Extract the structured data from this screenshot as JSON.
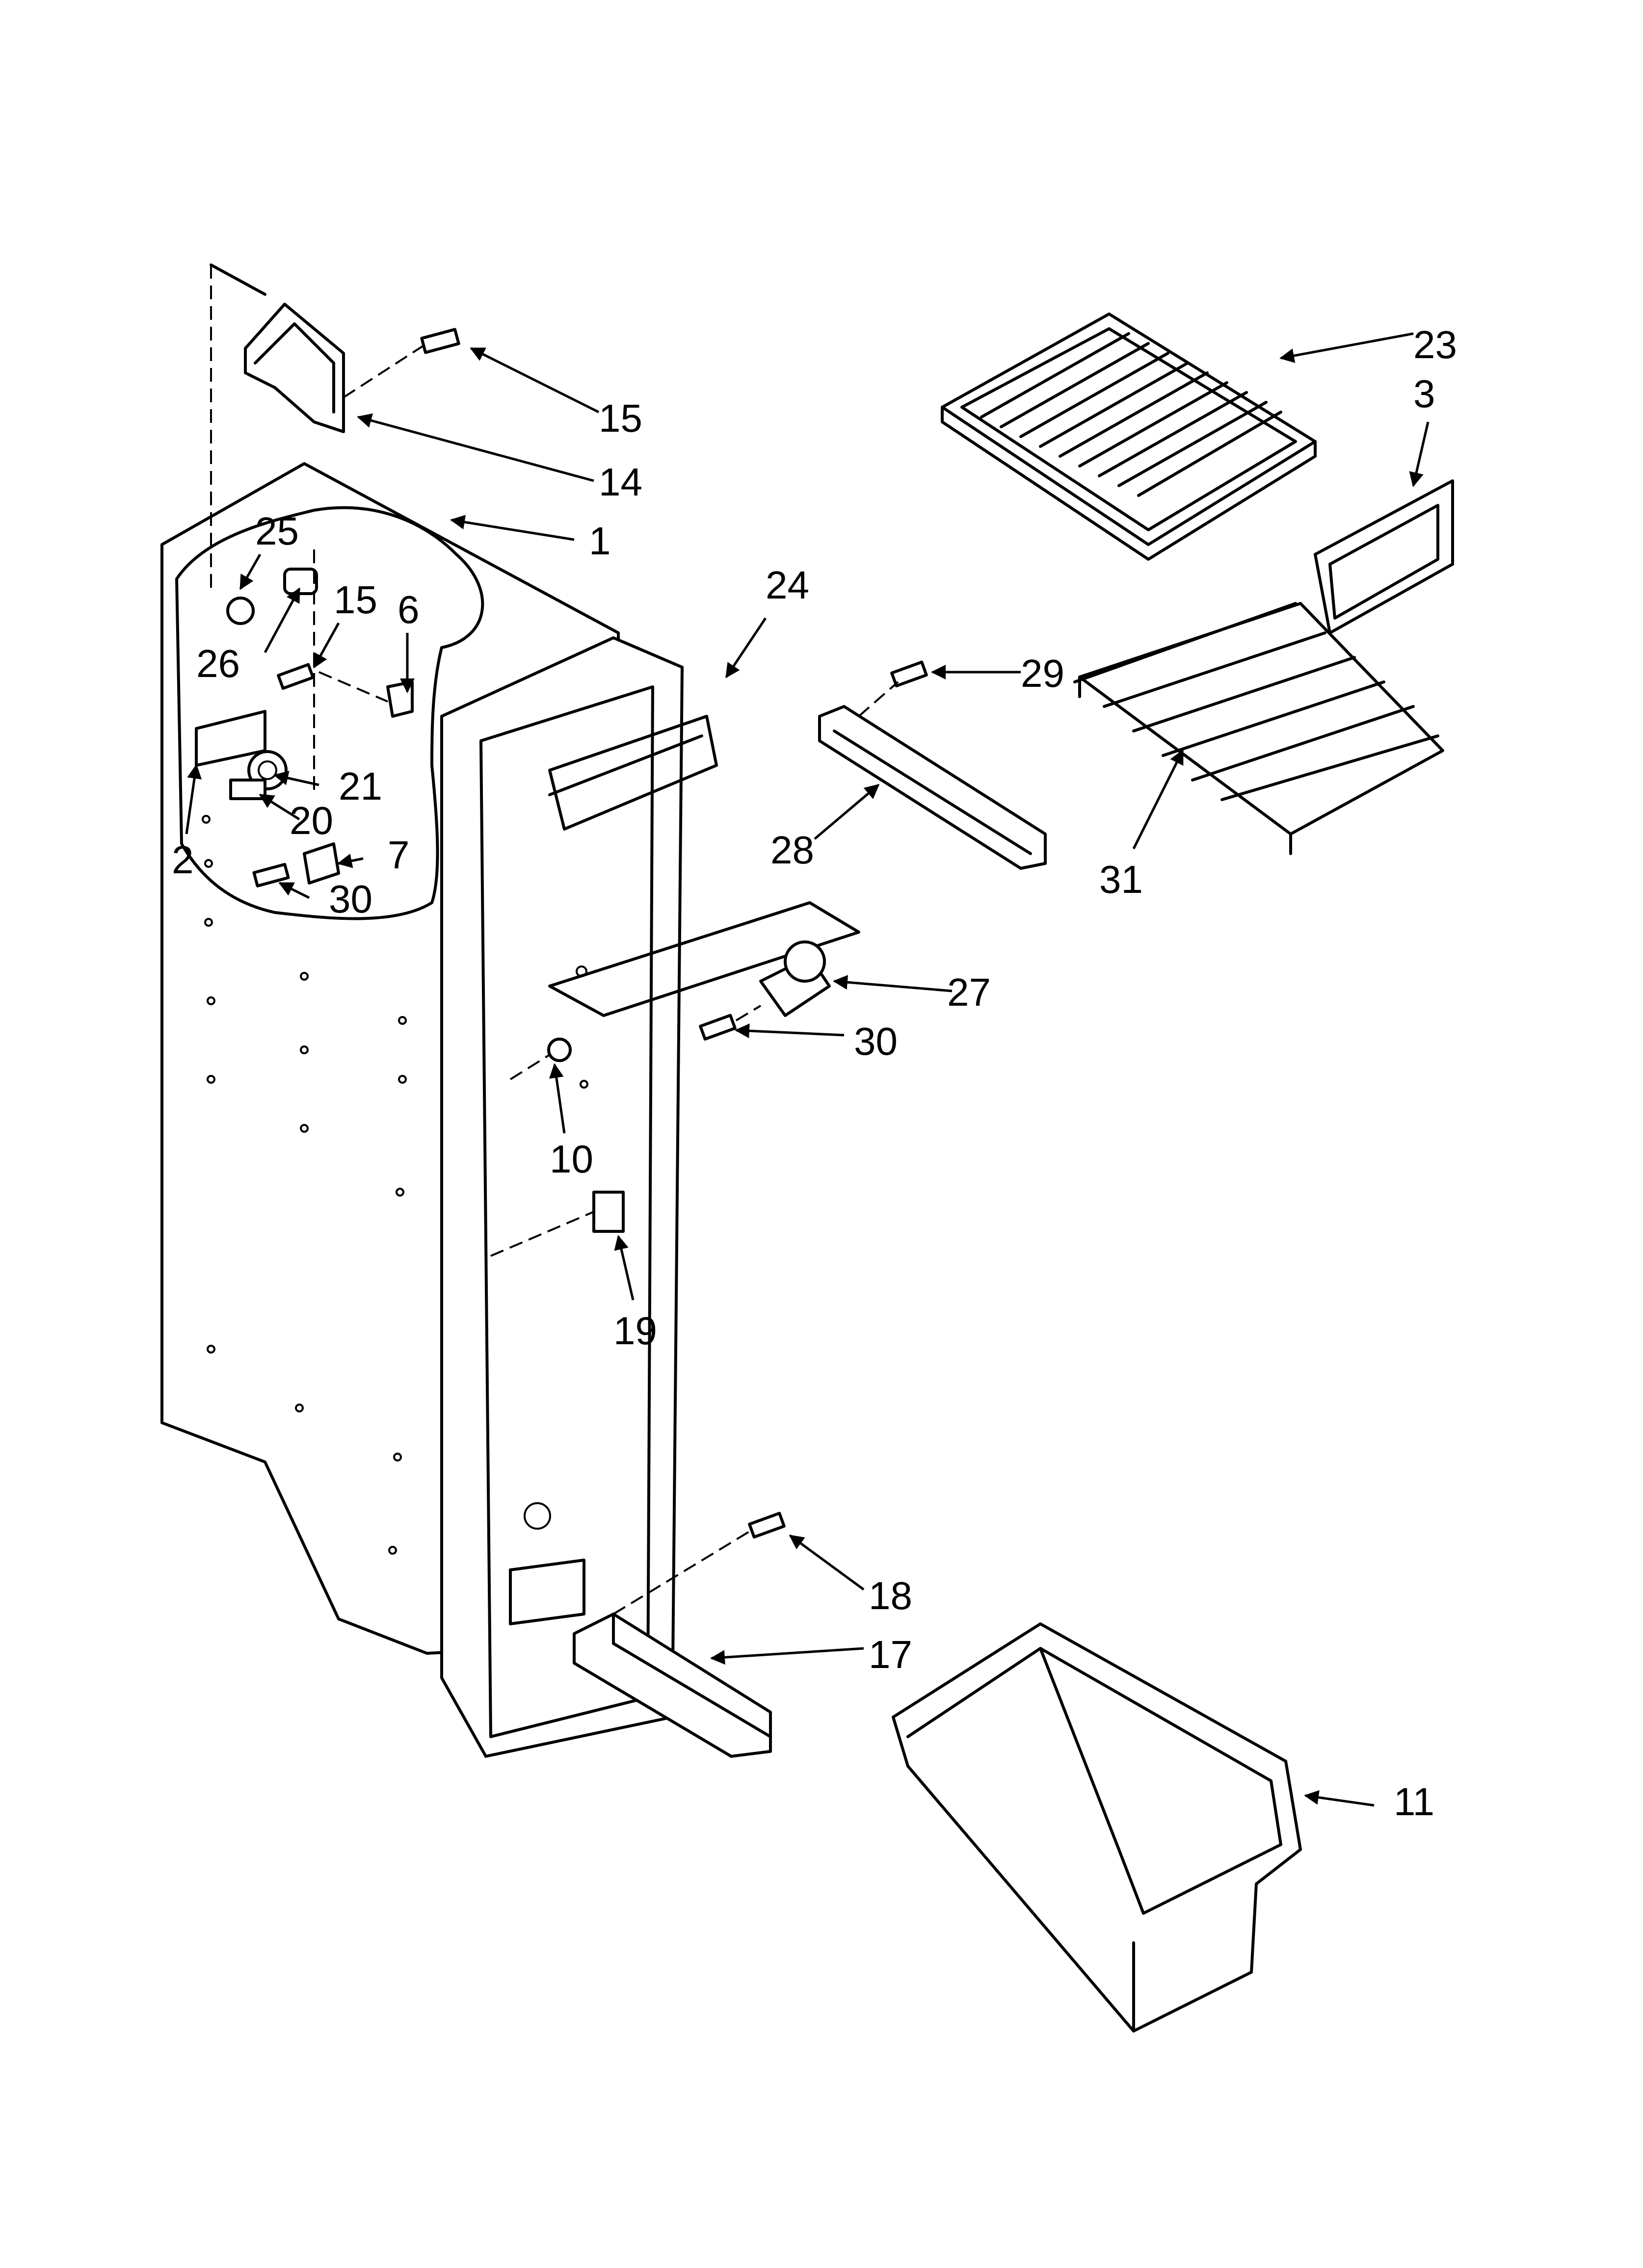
{
  "callouts": [
    {
      "id": "c1",
      "label": "1"
    },
    {
      "id": "c2",
      "label": "2"
    },
    {
      "id": "c3",
      "label": "3"
    },
    {
      "id": "c6",
      "label": "6"
    },
    {
      "id": "c7",
      "label": "7"
    },
    {
      "id": "c10",
      "label": "10"
    },
    {
      "id": "c11",
      "label": "11"
    },
    {
      "id": "c14",
      "label": "14"
    },
    {
      "id": "c15a",
      "label": "15"
    },
    {
      "id": "c15b",
      "label": "15"
    },
    {
      "id": "c17",
      "label": "17"
    },
    {
      "id": "c18",
      "label": "18"
    },
    {
      "id": "c19",
      "label": "19"
    },
    {
      "id": "c20",
      "label": "20"
    },
    {
      "id": "c21",
      "label": "21"
    },
    {
      "id": "c23",
      "label": "23"
    },
    {
      "id": "c24",
      "label": "24"
    },
    {
      "id": "c25",
      "label": "25"
    },
    {
      "id": "c26",
      "label": "26"
    },
    {
      "id": "c27",
      "label": "27"
    },
    {
      "id": "c28",
      "label": "28"
    },
    {
      "id": "c29",
      "label": "29"
    },
    {
      "id": "c30a",
      "label": "30"
    },
    {
      "id": "c30b",
      "label": "30"
    },
    {
      "id": "c31",
      "label": "31"
    }
  ],
  "colors": {
    "line": "#000000",
    "background": "#ffffff"
  }
}
